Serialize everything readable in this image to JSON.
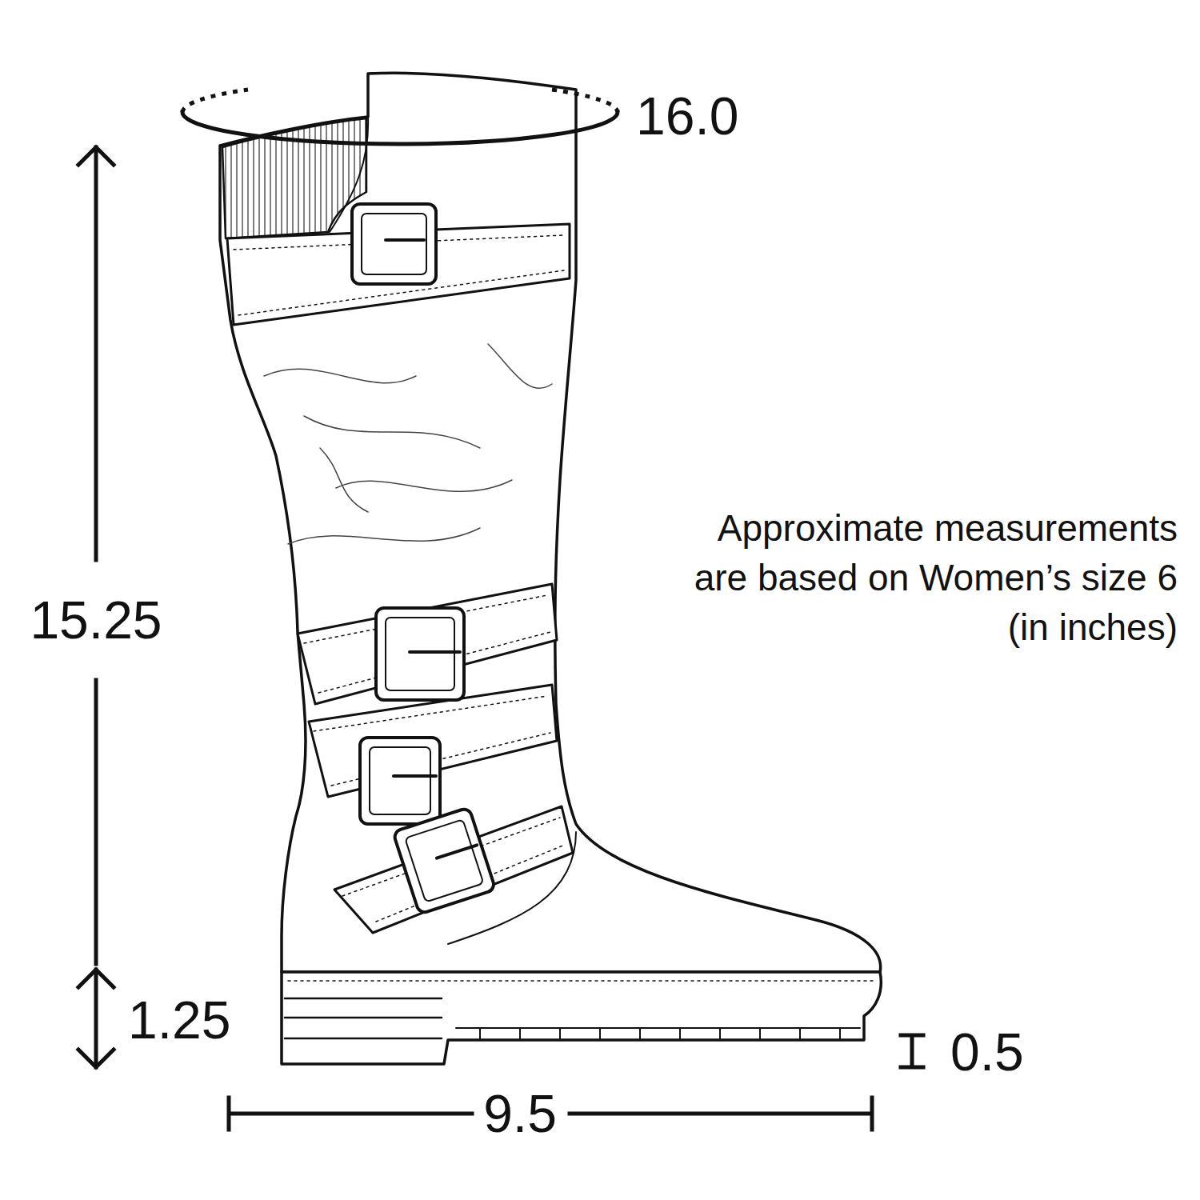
{
  "diagram": {
    "labels": [
      "16.0",
      "15.25",
      "1.25",
      "0.5",
      "9.5",
      "Approximate measurements are based on Women’s size 6 (in inches)"
    ]
  }
}
